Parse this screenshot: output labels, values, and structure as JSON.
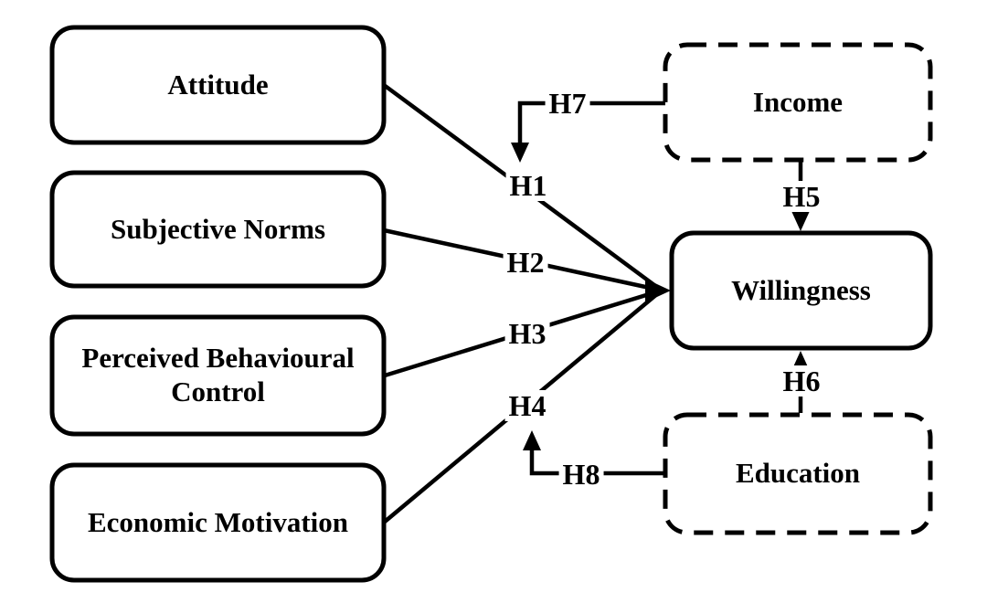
{
  "canvas": {
    "background": "#ffffff",
    "line_color": "#000000",
    "box_fill": "#ffffff"
  },
  "nodes": {
    "attitude": {
      "label": "Attitude",
      "border": "solid"
    },
    "subjective_norms": {
      "label": "Subjective Norms",
      "border": "solid"
    },
    "perceived_behavioural_control": {
      "label": "Perceived Behavioural Control",
      "border": "solid"
    },
    "economic_motivation": {
      "label": "Economic Motivation",
      "border": "solid"
    },
    "income": {
      "label": "Income",
      "border": "dashed"
    },
    "willingness": {
      "label": "Willingness",
      "border": "solid"
    },
    "education": {
      "label": "Education",
      "border": "dashed"
    }
  },
  "edges": {
    "h1": {
      "label": "H1",
      "from": "Attitude",
      "to": "Willingness",
      "shape": "straight-arrow"
    },
    "h2": {
      "label": "H2",
      "from": "Subjective Norms",
      "to": "Willingness",
      "shape": "straight-arrow"
    },
    "h3": {
      "label": "H3",
      "from": "Perceived Behavioural Control",
      "to": "Willingness",
      "shape": "straight-arrow"
    },
    "h4": {
      "label": "H4",
      "from": "Economic Motivation",
      "to": "Willingness",
      "shape": "straight-arrow"
    },
    "h5": {
      "label": "H5",
      "from": "Income",
      "to": "Willingness",
      "shape": "vertical-arrow"
    },
    "h6": {
      "label": "H6",
      "from": "Education",
      "to": "Willingness",
      "shape": "vertical-arrow"
    },
    "h7": {
      "label": "H7",
      "from": "Income",
      "to": "H1 arrow",
      "shape": "elbow-arrow"
    },
    "h8": {
      "label": "H8",
      "from": "Education",
      "to": "H4 arrow",
      "shape": "elbow-arrow"
    }
  }
}
